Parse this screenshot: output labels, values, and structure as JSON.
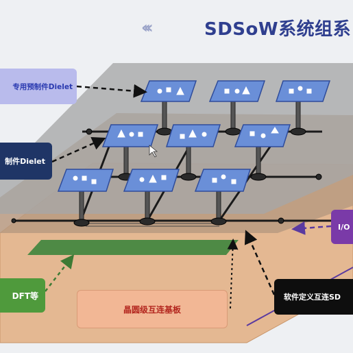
{
  "header": {
    "chevrons": "‹‹‹",
    "title": "SDSoW系统组系"
  },
  "labels": {
    "dedicated_dielet": "专用预制件Dielet",
    "general_dielet": "制件Dielet",
    "dft": "DFT等",
    "wafer_substrate": "晶圆级互连基板",
    "software_interconnect": "软件定义互连SD",
    "io": "I/O"
  },
  "colors": {
    "title": "#2f3f8f",
    "top_layer": "#a7a7a7",
    "mid_layer": "#b89a80",
    "substrate": "#e4b892",
    "green_strip": "#4e8a45",
    "chip": "#6a8fd8",
    "io_box": "#7a3aa8"
  }
}
